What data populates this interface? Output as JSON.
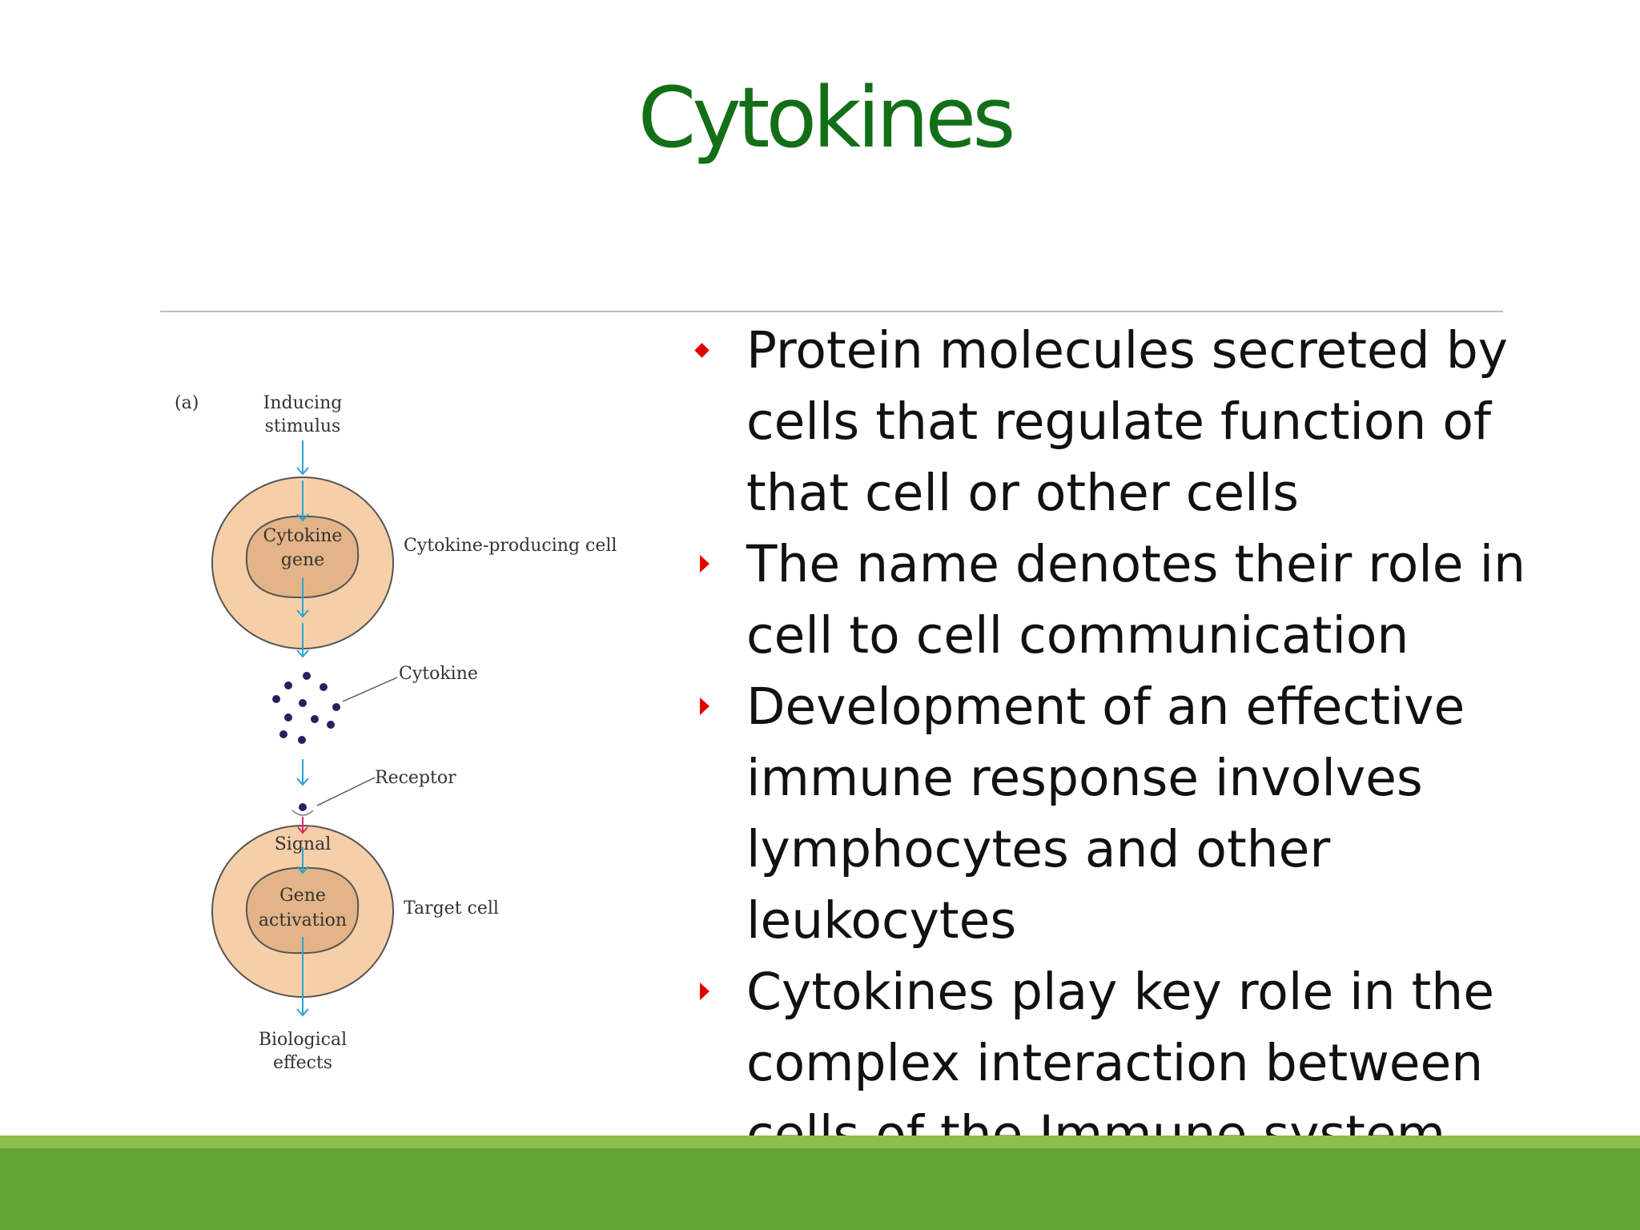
{
  "slide": {
    "title": "Cytokines",
    "colors": {
      "title": "#136f17",
      "bullet": "#e00000",
      "footer": "#66a535",
      "footer_light": "#8cc04a"
    }
  },
  "figure": {
    "panel_label": "(a)",
    "inducing_stimulus": [
      "Inducing",
      "stimulus"
    ],
    "cytokine_gene": [
      "Cytokine",
      "gene"
    ],
    "producing_cell_label": "Cytokine-producing cell",
    "cytokine_label": "Cytokine",
    "receptor_label": "Receptor",
    "signal_label": "Signal",
    "gene_activation": [
      "Gene",
      "activation"
    ],
    "target_cell_label": "Target cell",
    "biological_effects": [
      "Biological",
      "effects"
    ]
  },
  "bullets": [
    {
      "marker": "diamond",
      "lines": [
        "Protein molecules secreted by",
        "cells that regulate function of",
        "that cell or other cells"
      ]
    },
    {
      "marker": "triangle",
      "lines": [
        "The name denotes their role in",
        "cell to cell communication"
      ]
    },
    {
      "marker": "triangle",
      "lines": [
        "Development of an effective",
        "immune response involves",
        "lymphocytes and other",
        "leukocytes"
      ]
    },
    {
      "marker": "triangle",
      "lines": [
        "Cytokines play key role in the",
        "complex interaction between",
        "cells of the Immune system"
      ]
    }
  ]
}
